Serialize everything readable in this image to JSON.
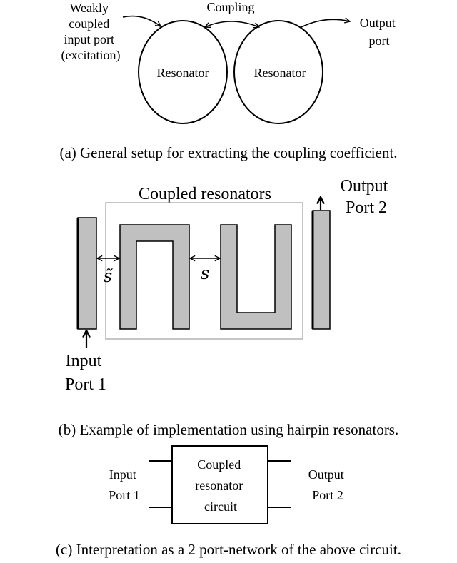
{
  "panel_a": {
    "input_label_lines": [
      "Weakly",
      "coupled",
      "input port",
      "(excitation)"
    ],
    "coupling_label": "Coupling",
    "output_label_lines": [
      "Output",
      "port"
    ],
    "resonator_left": "Resonator",
    "resonator_right": "Resonator",
    "caption": "(a) General setup for extracting the coupling coefficient."
  },
  "panel_b": {
    "coupled_label": "Coupled resonators",
    "output_lines": [
      "Output",
      "Port 2"
    ],
    "input_lines": [
      "Input",
      "Port 1"
    ],
    "gap_input_symbol": "s̃",
    "gap_coupling_symbol": "s",
    "caption": "(b) Example of implementation using hairpin resonators."
  },
  "panel_c": {
    "input_lines": [
      "Input",
      "Port 1"
    ],
    "box_lines": [
      "Coupled",
      "resonator",
      "circuit"
    ],
    "output_lines": [
      "Output",
      "Port 2"
    ],
    "caption": "(c) Interpretation as a 2 port-network of the above circuit."
  },
  "colors": {
    "stroke": "#000000",
    "fill": "#c0c0c0",
    "frame": "#b3b3b3"
  }
}
